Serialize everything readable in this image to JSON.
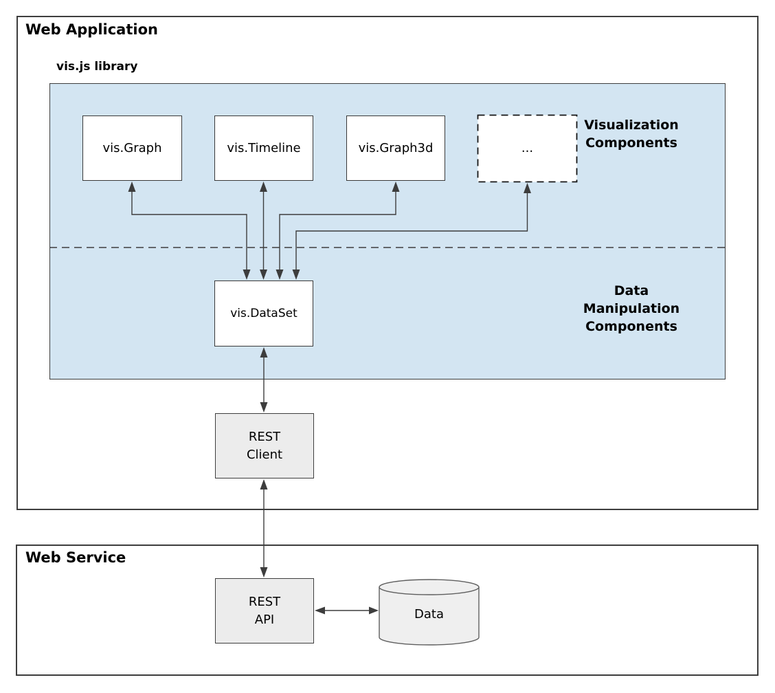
{
  "diagram": {
    "web_application": {
      "title": "Web Application",
      "library": {
        "title": "vis.js library",
        "visualization_section_label": "Visualization\nComponents",
        "data_section_label": "Data\nManipulation\nComponents",
        "components": [
          {
            "label": "vis.Graph"
          },
          {
            "label": "vis.Timeline"
          },
          {
            "label": "vis.Graph3d"
          },
          {
            "label": "..."
          }
        ],
        "dataset_label": "vis.DataSet"
      },
      "rest_client_label": "REST\nClient"
    },
    "web_service": {
      "title": "Web Service",
      "rest_api_label": "REST\nAPI",
      "data_store_label": "Data"
    },
    "edges": [
      {
        "from": "vis.Graph",
        "to": "vis.DataSet",
        "bidirectional": true
      },
      {
        "from": "vis.Timeline",
        "to": "vis.DataSet",
        "bidirectional": true
      },
      {
        "from": "vis.Graph3d",
        "to": "vis.DataSet",
        "bidirectional": true
      },
      {
        "from": "...",
        "to": "vis.DataSet",
        "bidirectional": true
      },
      {
        "from": "vis.DataSet",
        "to": "REST Client",
        "bidirectional": true
      },
      {
        "from": "REST Client",
        "to": "REST API",
        "bidirectional": true
      },
      {
        "from": "REST API",
        "to": "Data",
        "bidirectional": true
      }
    ],
    "colors": {
      "library_background": "#d3e5f2",
      "node_fill_white": "#ffffff",
      "node_fill_gray": "#ececec",
      "border": "#3d3d3d",
      "connector": "#3d3d3d",
      "text": "#000000"
    }
  }
}
